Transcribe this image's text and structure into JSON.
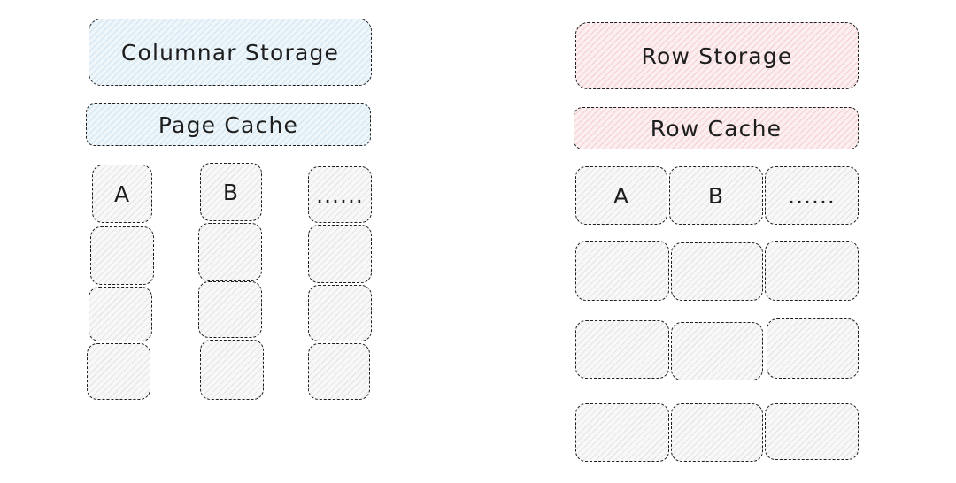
{
  "columnar": {
    "storage_label": "Columnar Storage",
    "cache_label": "Page Cache",
    "column_headers": [
      "A",
      "B",
      "......"
    ]
  },
  "row": {
    "storage_label": "Row Storage",
    "cache_label": "Row Cache",
    "column_headers": [
      "A",
      "B",
      "......"
    ]
  },
  "colors": {
    "columnar_fill": "#a5d8ff",
    "row_fill": "#ffc9c9",
    "cell_fill": "#e9ecef",
    "stroke": "#1e1e1e"
  }
}
